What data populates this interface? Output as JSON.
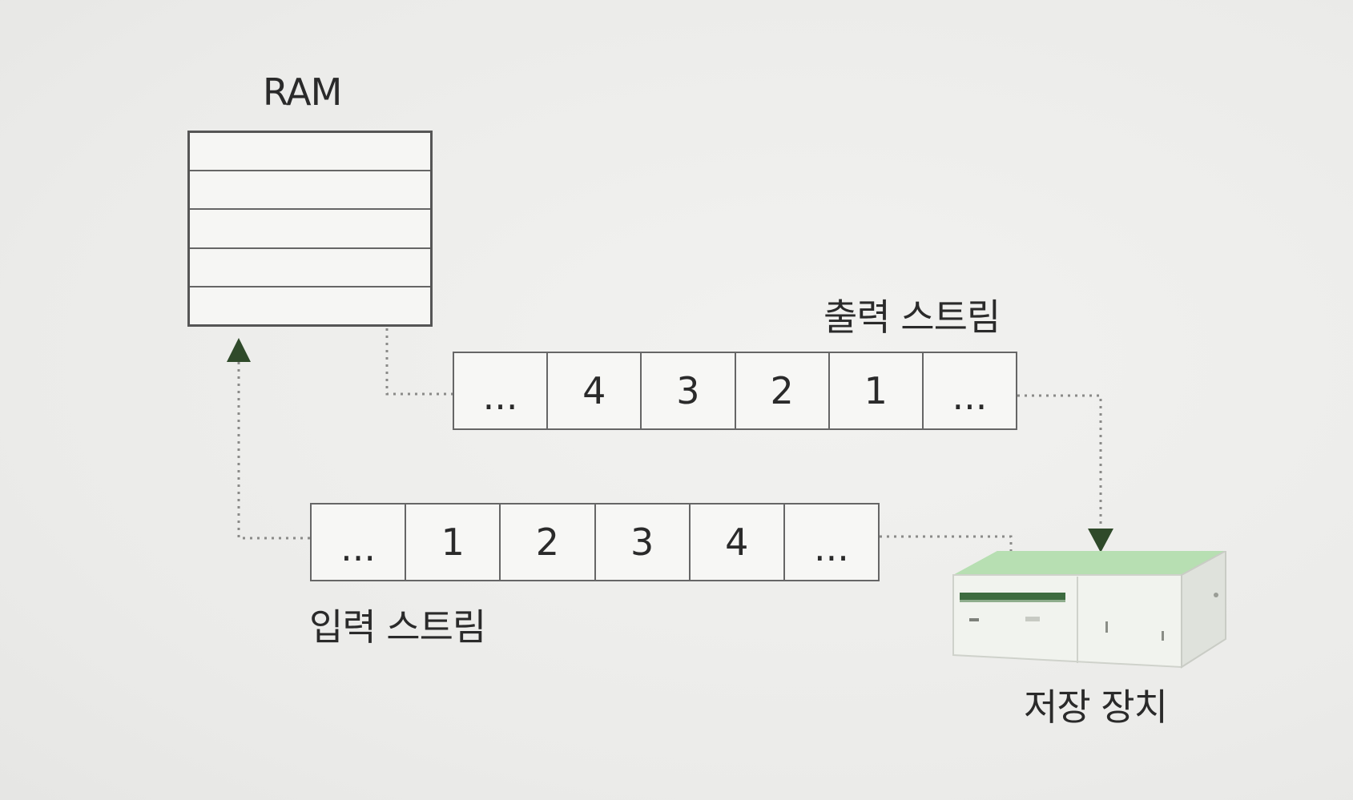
{
  "ram": {
    "label": "RAM",
    "row_count": 5
  },
  "output_stream": {
    "label": "출력 스트림",
    "cells": [
      "...",
      "4",
      "3",
      "2",
      "1",
      "..."
    ]
  },
  "input_stream": {
    "label": "입력 스트림",
    "cells": [
      "...",
      "1",
      "2",
      "3",
      "4",
      "..."
    ]
  },
  "storage": {
    "label": "저장 장치",
    "icon": "disk-drive-icon"
  },
  "colors": {
    "arrow": "#2f4a2a",
    "line": "#666666",
    "drive_top": "#a9d6a5"
  }
}
